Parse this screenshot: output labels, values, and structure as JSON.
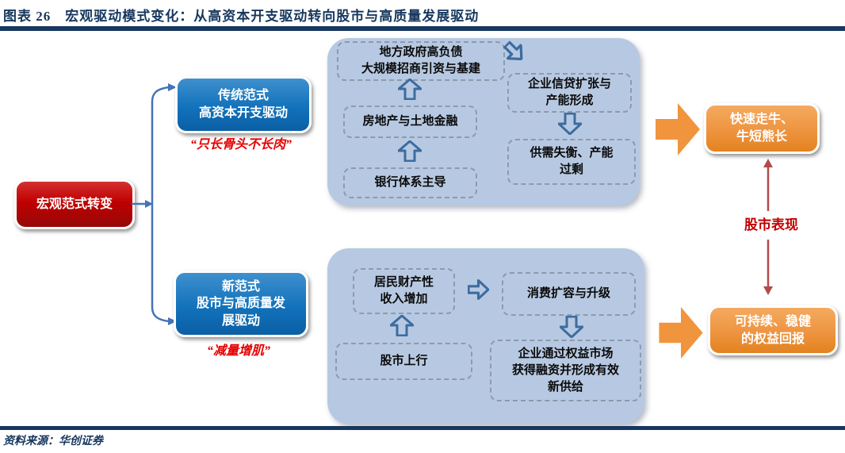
{
  "header": {
    "title": "图表 26　宏观驱动模式变化：从高资本开支驱动转向股市与高质量发展驱动",
    "source": "资料来源：华创证券"
  },
  "colors": {
    "title_blue": "#17375E",
    "red_node": "#C00000",
    "blue_node": "#1272BB",
    "orange_node": "#EE9440",
    "pool_bg": "#B7C9E2",
    "steel_arrow": "#3D6C9F",
    "bracket_blue": "#4673B8",
    "market_arrow_red": "#B34A4A",
    "quote_red": "#E60000"
  },
  "icons": {
    "up_arrow": "block-arrow-up",
    "down_arrow": "block-arrow-down",
    "right_arrow": "block-arrow-right",
    "diagonal_arrow": "block-arrow-down-right",
    "solid_right_arrow": "solid-arrow-right",
    "double_arrow": "double-headed-vertical-arrow",
    "bracket": "brace-connector"
  },
  "root": {
    "label": "宏观范式转变"
  },
  "paradigm_old": {
    "label": "传统范式\n高资本开支驱动",
    "quote": "“只长骨头不长肉”"
  },
  "paradigm_new": {
    "label": "新范式\n股市与高质量发\n展驱动",
    "quote": "“减量增肌”"
  },
  "top_flow": {
    "box_gov": "地方政府高负债\n大规模招商引资与基建",
    "box_realestate": "房地产与土地金融",
    "box_bank": "银行体系主导",
    "box_credit": "企业信贷扩张与\n产能形成",
    "box_imbalance": "供需失衡、产能\n过剩",
    "result": "快速走牛、\n牛短熊长"
  },
  "bottom_flow": {
    "box_income": "居民财产性\n收入增加",
    "box_consume": "消费扩容与升级",
    "box_stock": "股市上行",
    "box_financing": "企业通过权益市场\n获得融资并形成有效\n新供给",
    "result": "可持续、稳健\n的权益回报"
  },
  "market_label": "股市表现"
}
